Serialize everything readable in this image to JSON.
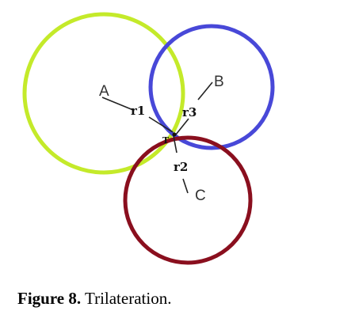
{
  "diagram": {
    "circles": [
      {
        "name": "A",
        "color": "#c4ea2a"
      },
      {
        "name": "B",
        "color": "#4848d8"
      },
      {
        "name": "C",
        "color": "#8a0f1e"
      }
    ],
    "labels": {
      "a": "A",
      "b": "B",
      "c": "C",
      "r1": "r1",
      "r2": "r2",
      "r3": "r3",
      "t": "T"
    }
  },
  "caption": {
    "label": "Figure 8.",
    "text": "Trilateration."
  }
}
